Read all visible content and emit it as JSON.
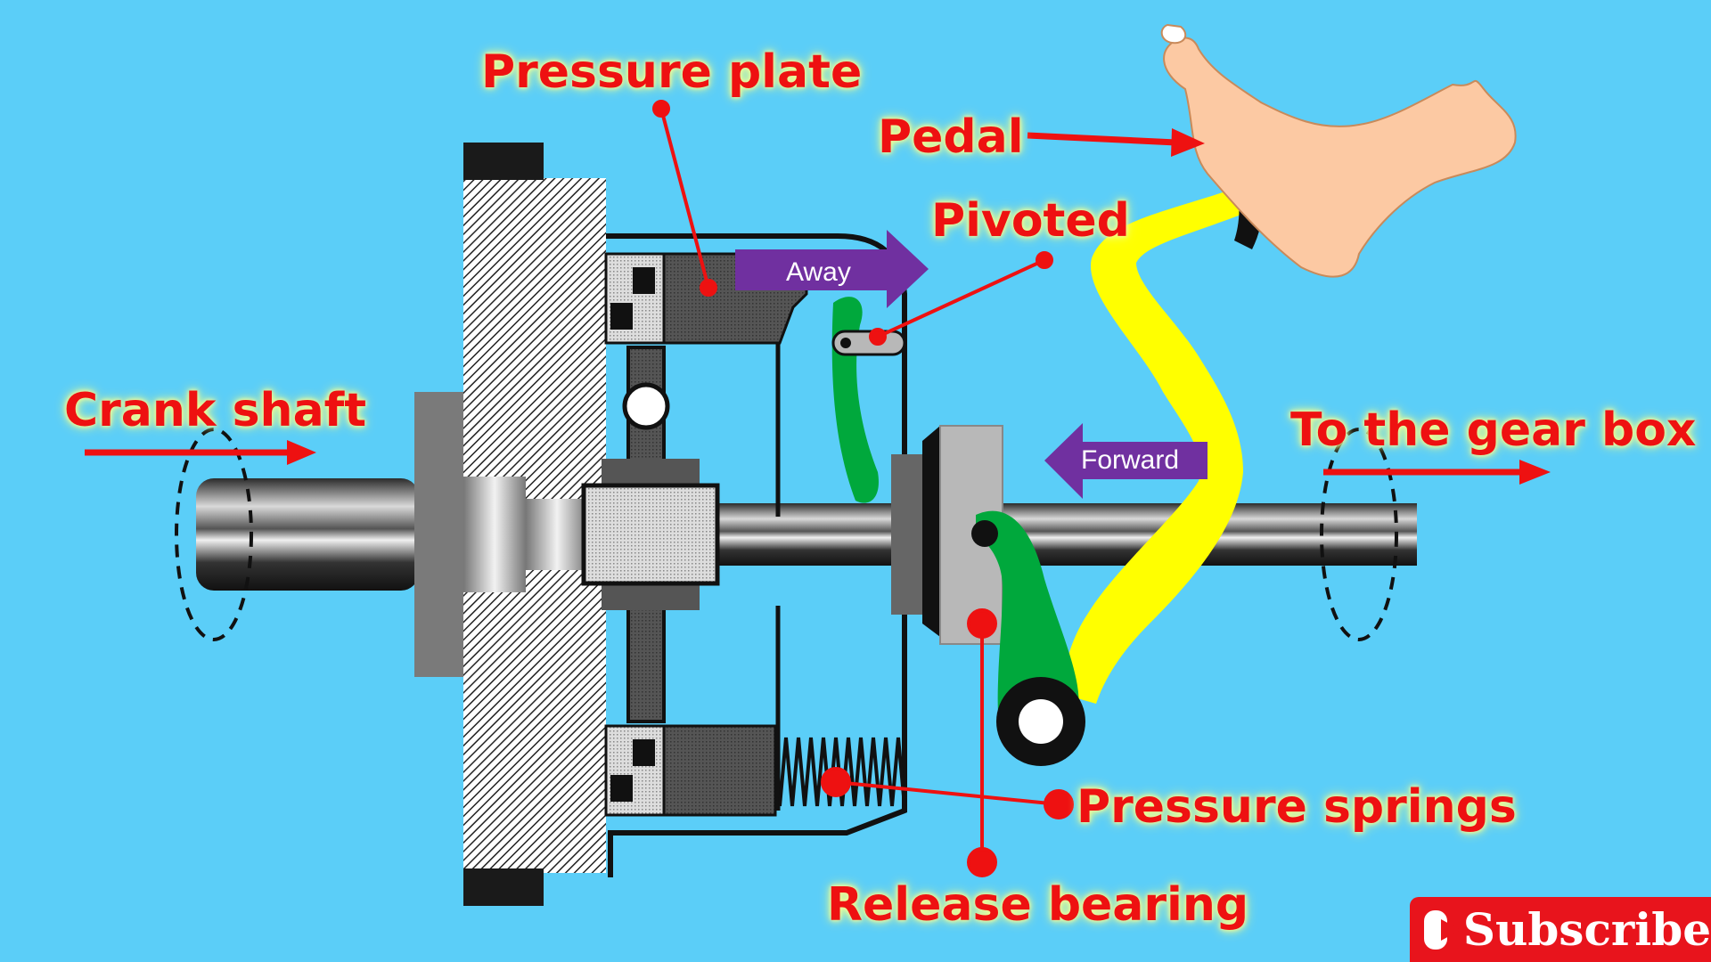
{
  "labels": {
    "pressure_plate": "Pressure plate",
    "pedal": "Pedal",
    "pivoted": "Pivoted",
    "crank_shaft": "Crank shaft",
    "gear_box": "To the gear box",
    "pressure_springs": "Pressure springs",
    "release_bearing": "Release bearing"
  },
  "arrows": {
    "away": "Away",
    "forward": "Forward"
  },
  "subscribe": {
    "label": "Subscribe",
    "icon": "play-icon"
  },
  "colors": {
    "background": "#5bcef8",
    "label_text": "#ee1111",
    "leader_line": "#ee1111",
    "motion_arrow": "#7030a0",
    "pedal_arm": "#ffff00",
    "release_lever": "#00a83c",
    "foot": "#fcc9a3"
  }
}
